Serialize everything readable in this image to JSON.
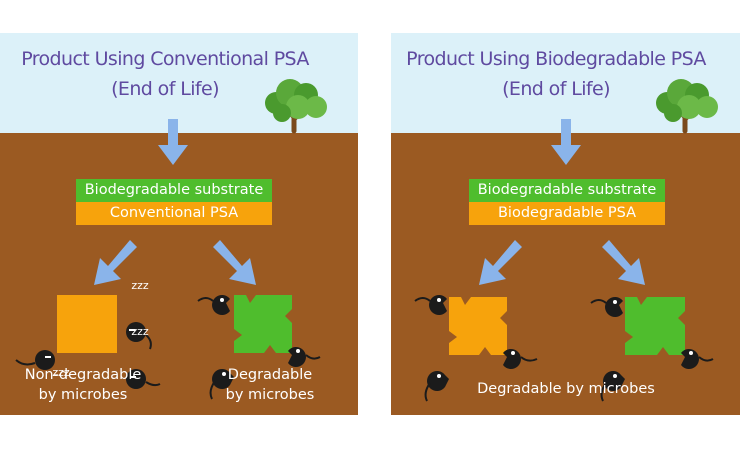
{
  "left_panel": {
    "title_line1": "Product Using Conventional PSA",
    "title_line2": "(End of Life)",
    "layer_top": "Biodegradable substrate",
    "layer_bottom": "Conventional PSA",
    "caption_left": [
      "Non-degradable",
      "by microbes"
    ],
    "caption_right": [
      "Degradable",
      "by microbes"
    ],
    "sleep_marks": [
      "zzz",
      "zzz",
      "zzz"
    ]
  },
  "right_panel": {
    "title_line1": "Product Using Biodegradable PSA",
    "title_line2": "(End of Life)",
    "layer_top": "Biodegradable substrate",
    "layer_bottom": "Biodegradable PSA",
    "caption": "Degradable by microbes"
  },
  "colors": {
    "sky": "#dcf1f9",
    "soil": "#9b5a22",
    "title": "#5f4aa0",
    "substrate_green": "#4fbd2d",
    "psa_orange": "#f7a30c",
    "arrow_blue": "#8ab4ea",
    "microbe": "#1b1b1b",
    "tree_green": "#5aa83a",
    "tree_trunk": "#7a4a1c"
  },
  "icons": [
    "tree-icon",
    "arrow-down-icon",
    "microbe-sleeping-icon",
    "microbe-eating-icon"
  ]
}
